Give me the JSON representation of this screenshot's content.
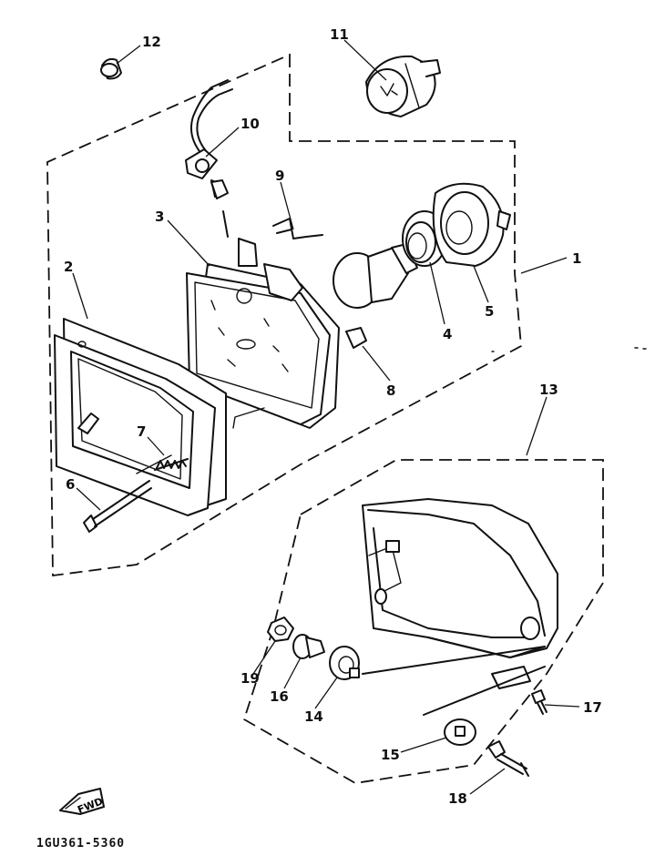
{
  "parts": [
    {
      "no": "1"
    },
    {
      "no": "2"
    },
    {
      "no": "3"
    },
    {
      "no": "4"
    },
    {
      "no": "5"
    },
    {
      "no": "6"
    },
    {
      "no": "7"
    },
    {
      "no": "8"
    },
    {
      "no": "9"
    },
    {
      "no": "10"
    },
    {
      "no": "11"
    },
    {
      "no": "12"
    },
    {
      "no": "13"
    },
    {
      "no": "14"
    },
    {
      "no": "15"
    },
    {
      "no": "16"
    },
    {
      "no": "17"
    },
    {
      "no": "18"
    },
    {
      "no": "19"
    }
  ],
  "fwd_label": "FWD",
  "drawing_code": "1GU361-5360"
}
